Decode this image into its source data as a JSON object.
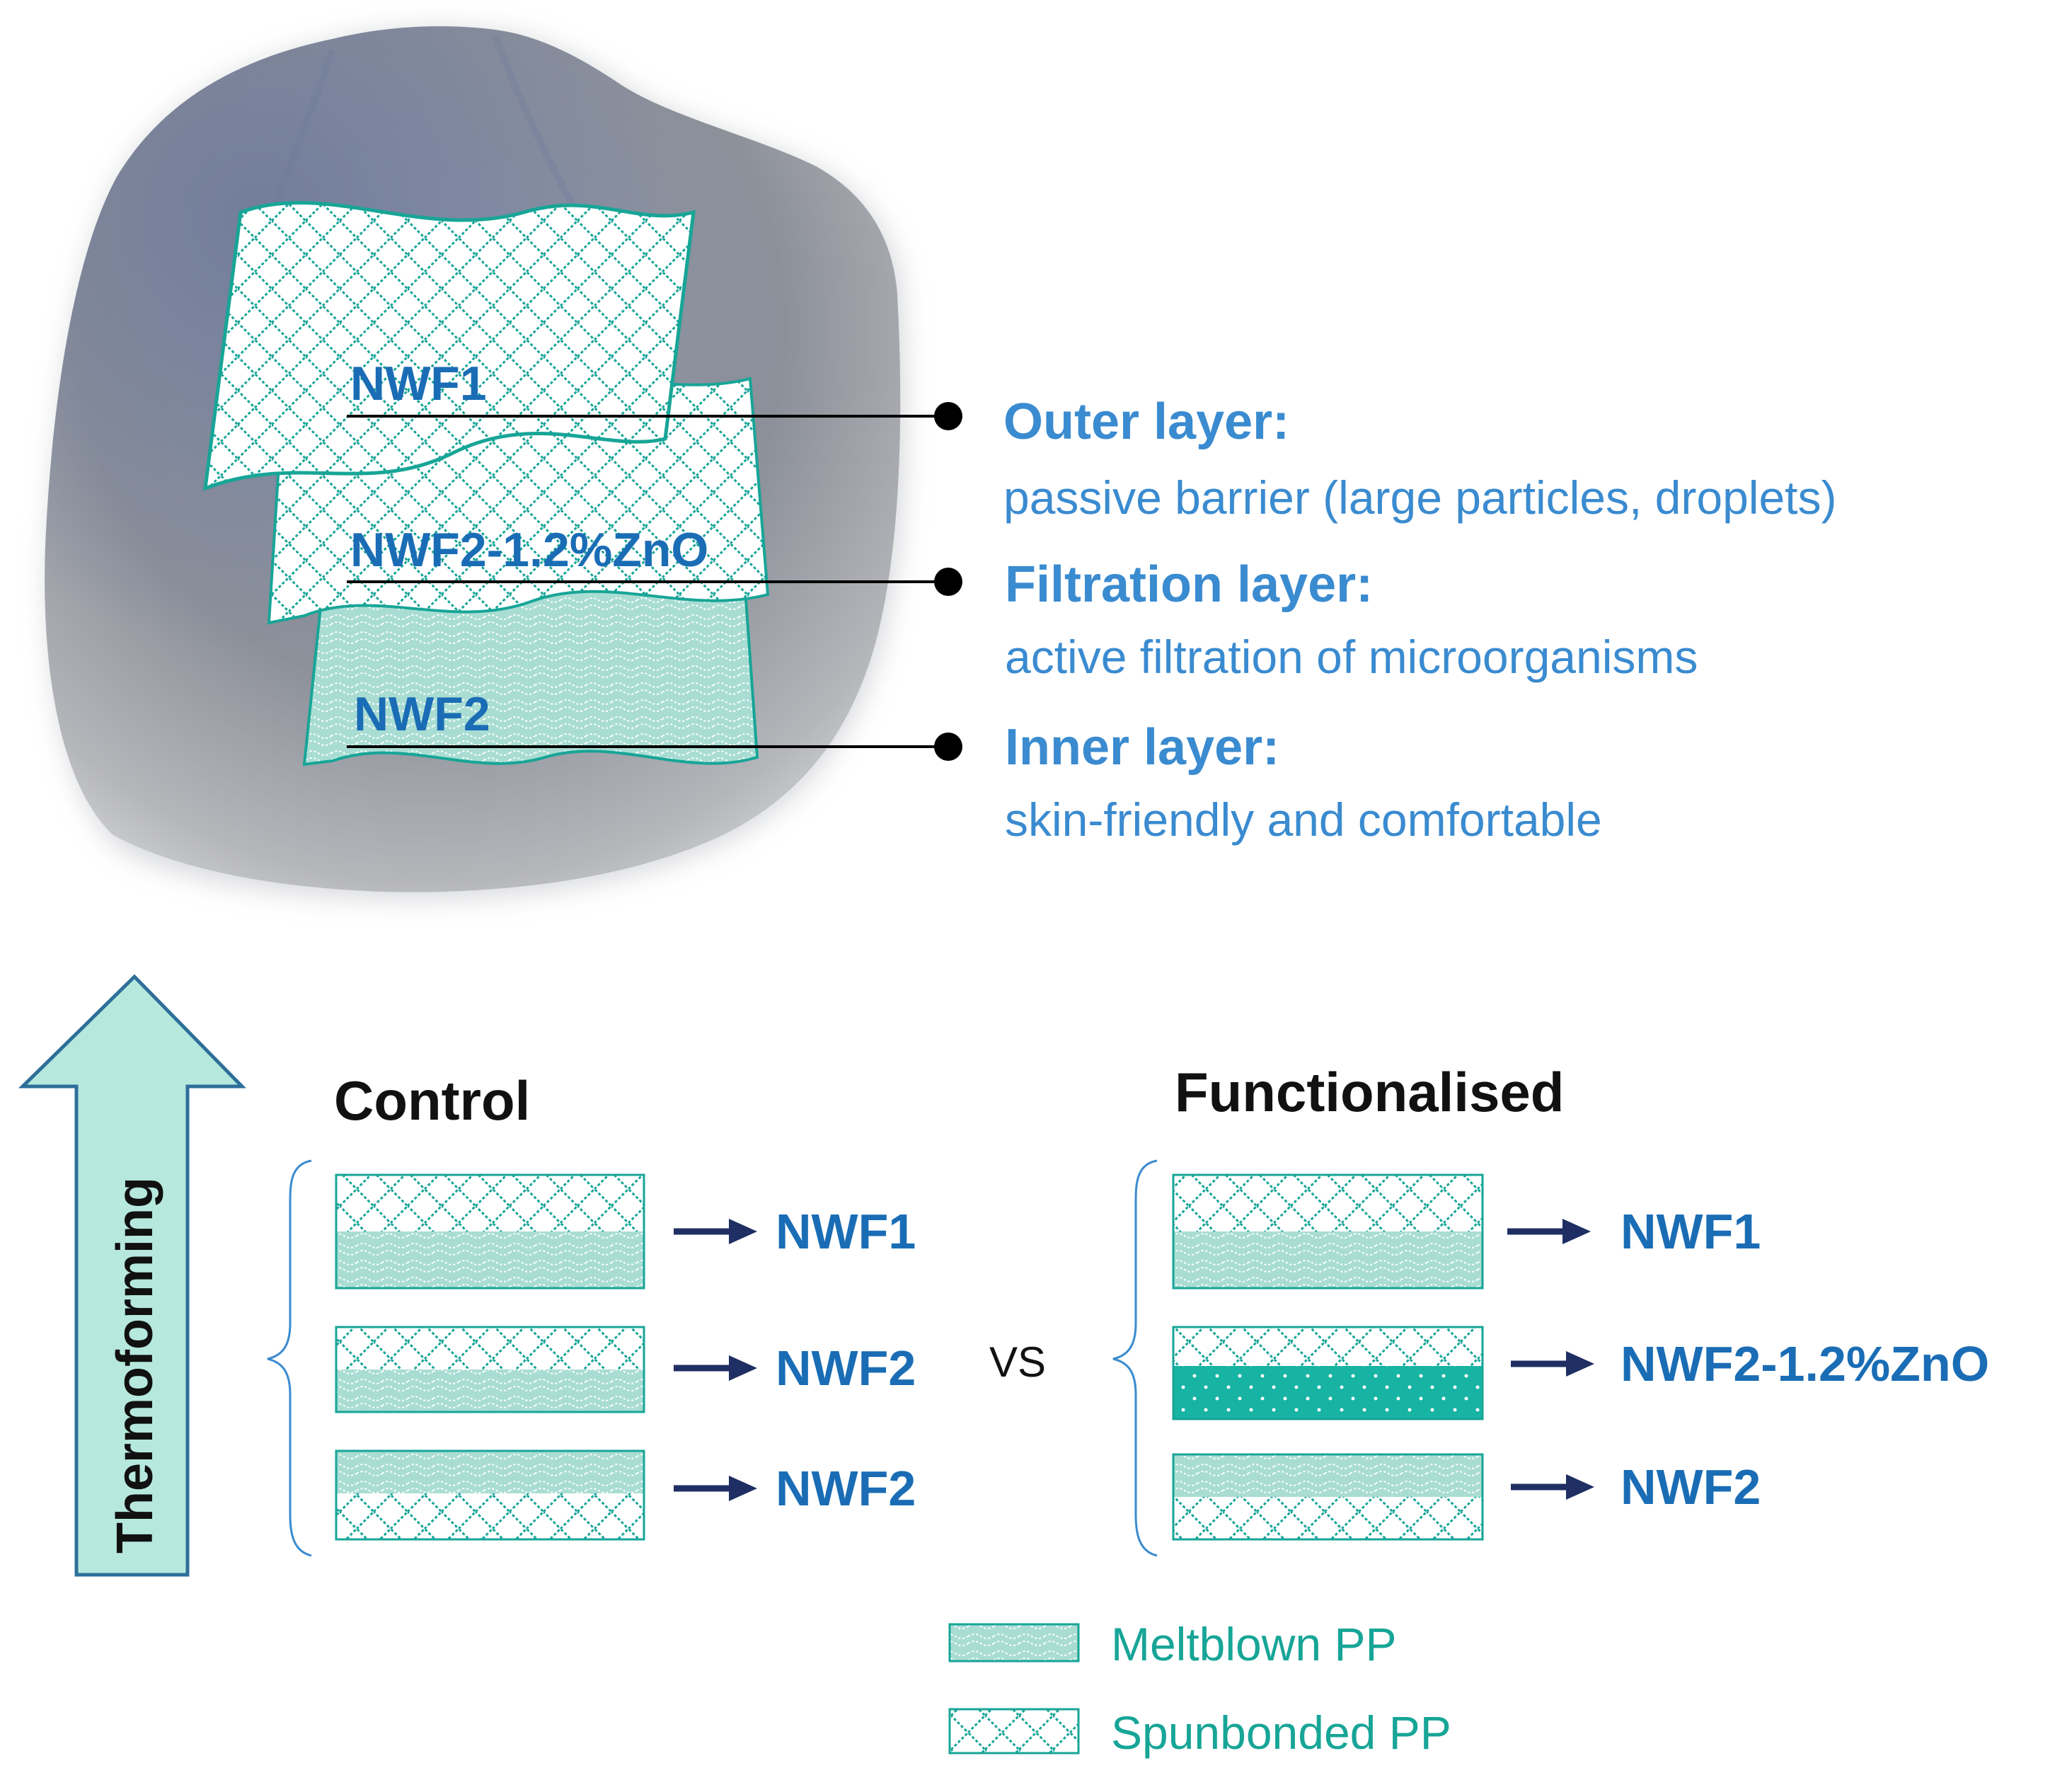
{
  "mask_panel": {
    "panels": [
      {
        "label": "NWF1"
      },
      {
        "label": "NWF2-1.2%ZnO"
      },
      {
        "label": "NWF2"
      }
    ],
    "layers": [
      {
        "title": "Outer layer:",
        "description": "passive barrier (large particles, droplets)"
      },
      {
        "title": "Filtration layer:",
        "description": "active filtration of microorganisms"
      },
      {
        "title": "Inner layer:",
        "description": "skin-friendly and comfortable"
      }
    ]
  },
  "process": {
    "arrow_label": "Thermoforming",
    "vs_label": "VS",
    "control": {
      "title": "Control",
      "rows": [
        {
          "top": "spunbonded",
          "bottom": "meltblown",
          "output": "NWF1"
        },
        {
          "top": "spunbonded",
          "bottom": "meltblown",
          "output": "NWF2"
        },
        {
          "top": "meltblown",
          "bottom": "spunbonded",
          "output": "NWF2"
        }
      ]
    },
    "functionalised": {
      "title": "Functionalised",
      "rows": [
        {
          "top": "spunbonded",
          "bottom": "meltblown",
          "output": "NWF1"
        },
        {
          "top": "spunbonded",
          "bottom": "meltblown-zno",
          "output": "NWF2-1.2%ZnO"
        },
        {
          "top": "meltblown",
          "bottom": "spunbonded",
          "output": "NWF2"
        }
      ]
    }
  },
  "legend": [
    {
      "pattern": "meltblown",
      "label": "Meltblown PP"
    },
    {
      "pattern": "spunbonded",
      "label": "Spunbonded PP"
    }
  ],
  "colors": {
    "teal_fill": "#a9ddd3",
    "teal_stroke": "#17a597",
    "zno_fill": "#17b3a3",
    "label_blue": "#1a6db5",
    "description_blue": "#3a8bd0",
    "arrow_navy": "#1f2f63",
    "thermo_arrow_fill": "#b6e8de",
    "thermo_arrow_stroke": "#2d6f99"
  }
}
